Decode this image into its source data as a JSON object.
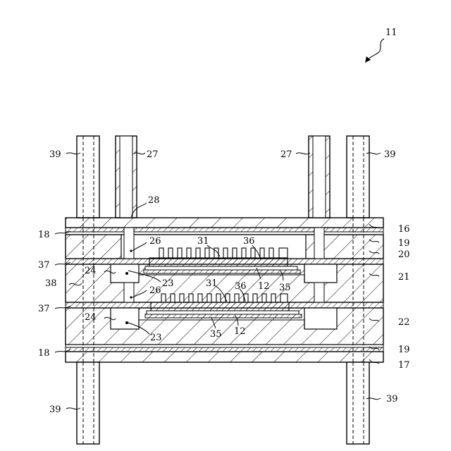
{
  "figure_ref": "11",
  "labels": {
    "n39": "39",
    "n27": "27",
    "n28": "28",
    "n16": "16",
    "n18": "18",
    "n19": "19",
    "n20": "20",
    "n26": "26",
    "n31": "31",
    "n36": "36",
    "n37": "37",
    "n21": "21",
    "n24": "24",
    "n23": "23",
    "n12": "12",
    "n35": "35",
    "n38": "38",
    "n22": "22",
    "n17": "17"
  }
}
